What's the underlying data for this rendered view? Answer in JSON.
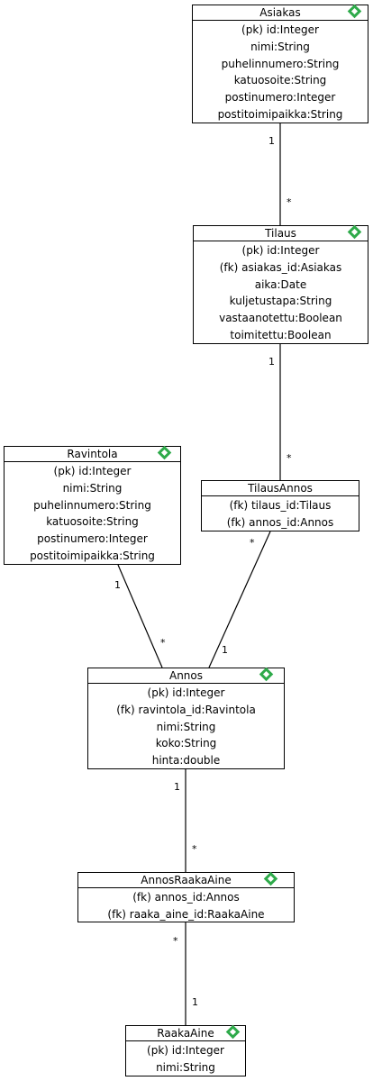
{
  "entities": {
    "asiakas": {
      "name": "Asiakas",
      "attributes": [
        "(pk) id:Integer",
        "nimi:String",
        "puhelinnumero:String",
        "katuosoite:String",
        "postinumero:Integer",
        "postitoimipaikka:String"
      ]
    },
    "tilaus": {
      "name": "Tilaus",
      "attributes": [
        "(pk) id:Integer",
        "(fk) asiakas_id:Asiakas",
        "aika:Date",
        "kuljetustapa:String",
        "vastaanotettu:Boolean",
        "toimitettu:Boolean"
      ]
    },
    "ravintola": {
      "name": "Ravintola",
      "attributes": [
        "(pk) id:Integer",
        "nimi:String",
        "puhelinnumero:String",
        "katuosoite:String",
        "postinumero:Integer",
        "postitoimipaikka:String"
      ]
    },
    "tilausannos": {
      "name": "TilausAnnos",
      "attributes": [
        "(fk) tilaus_id:Tilaus",
        "(fk) annos_id:Annos"
      ]
    },
    "annos": {
      "name": "Annos",
      "attributes": [
        "(pk) id:Integer",
        "(fk) ravintola_id:Ravintola",
        "nimi:String",
        "koko:String",
        "hinta:double"
      ]
    },
    "annosraakaaine": {
      "name": "AnnosRaakaAine",
      "attributes": [
        "(fk) annos_id:Annos",
        "(fk) raaka_aine_id:RaakaAine"
      ]
    },
    "raakaaine": {
      "name": "RaakaAine",
      "attributes": [
        "(pk) id:Integer",
        "nimi:String"
      ]
    }
  },
  "multiplicities": {
    "asiakas_tilaus_a": "1",
    "asiakas_tilaus_b": "*",
    "tilaus_tilausannos_a": "1",
    "tilaus_tilausannos_b": "*",
    "tilausannos_annos_a": "*",
    "tilausannos_annos_b": "1",
    "ravintola_annos_a": "1",
    "ravintola_annos_b": "*",
    "annos_annosraakaaine_a": "1",
    "annos_annosraakaaine_b": "*",
    "annosraakaaine_raakaaine_a": "*",
    "annosraakaaine_raakaaine_b": "1"
  },
  "colors": {
    "key_marker": "#2eaa4a",
    "line": "#000000"
  }
}
